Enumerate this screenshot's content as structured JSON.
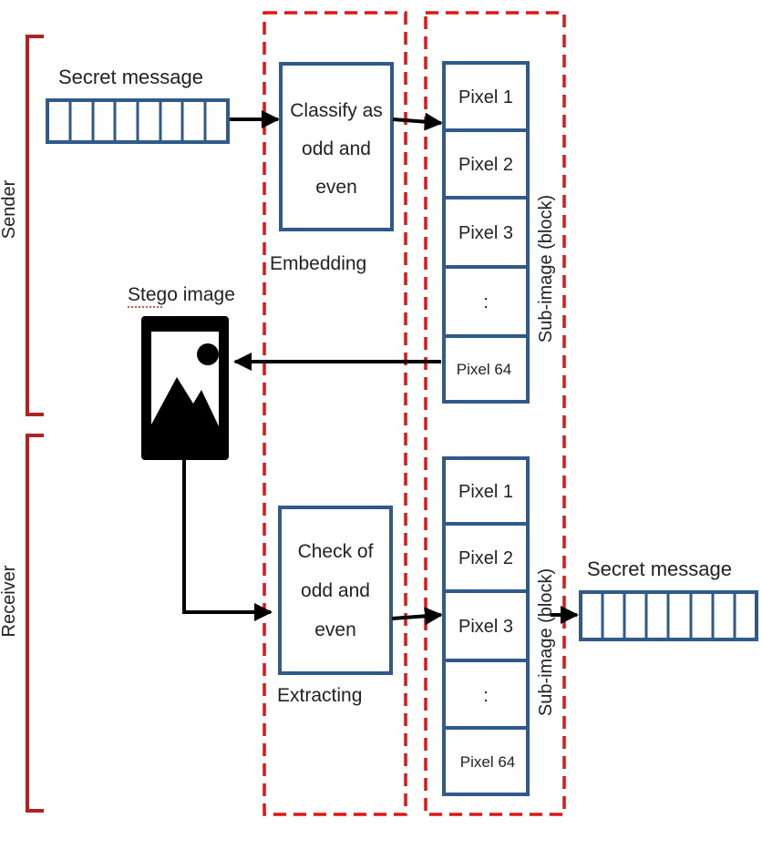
{
  "colors": {
    "box_stroke": "#2f5a8a",
    "dashed_stroke": "#e31414",
    "bracket": "#b22222",
    "arrow": "#000000",
    "icon": "#000000"
  },
  "sections": {
    "sender": "Sender",
    "receiver": "Receiver"
  },
  "sender": {
    "message_label": "Secret message",
    "process_lines": [
      "Classify as",
      "odd and",
      "even"
    ],
    "stage_label": "Embedding",
    "block_label": "Sub-image (block)",
    "pixels": [
      "Pixel 1",
      "Pixel 2",
      "Pixel 3",
      ":",
      "Pixel 64"
    ]
  },
  "stego": {
    "label": "Stego image",
    "icon": "image-icon"
  },
  "receiver": {
    "process_lines": [
      "Check of",
      "odd and",
      "even"
    ],
    "stage_label": "Extracting",
    "block_label": "Sub-image (block)",
    "pixels": [
      "Pixel 1",
      "Pixel 2",
      "Pixel 3",
      ":",
      "Pixel 64"
    ],
    "message_label": "Secret message"
  }
}
